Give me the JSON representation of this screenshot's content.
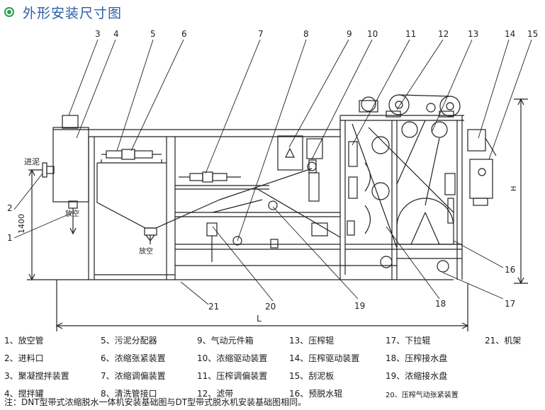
{
  "header": {
    "title": "外形安装尺寸图",
    "icon": "circle-target-icon"
  },
  "callouts": [
    "3",
    "4",
    "5",
    "6",
    "7",
    "8",
    "9",
    "10",
    "11",
    "12",
    "13",
    "14",
    "15",
    "16",
    "17",
    "18",
    "19",
    "20",
    "21",
    "1",
    "2"
  ],
  "side_labels": {
    "inlet": "进泥",
    "drain_upper": "放空",
    "drain_lower": "放空"
  },
  "dimensions": {
    "height_1400": "1400",
    "length": "L",
    "height": "H"
  },
  "legend": [
    {
      "col": 0,
      "row": 0,
      "text": "1、放空管"
    },
    {
      "col": 0,
      "row": 1,
      "text": "2、进料口"
    },
    {
      "col": 0,
      "row": 2,
      "text": "3、聚凝搅拌装置"
    },
    {
      "col": 0,
      "row": 3,
      "text": "4、搅拌罐"
    },
    {
      "col": 1,
      "row": 0,
      "text": "5、污泥分配器"
    },
    {
      "col": 1,
      "row": 1,
      "text": "6、浓缩张紧装置"
    },
    {
      "col": 1,
      "row": 2,
      "text": "7、浓缩调偏装置"
    },
    {
      "col": 1,
      "row": 3,
      "text": "8、清洗管接口"
    },
    {
      "col": 2,
      "row": 0,
      "text": "9、气动元件箱"
    },
    {
      "col": 2,
      "row": 1,
      "text": "10、浓缩驱动装置"
    },
    {
      "col": 2,
      "row": 2,
      "text": "11、压榨调偏装置"
    },
    {
      "col": 2,
      "row": 3,
      "text": "12、滤带"
    },
    {
      "col": 3,
      "row": 0,
      "text": "13、压榨辊"
    },
    {
      "col": 3,
      "row": 1,
      "text": "14、压榨驱动装置"
    },
    {
      "col": 3,
      "row": 2,
      "text": "15、刮泥板"
    },
    {
      "col": 3,
      "row": 3,
      "text": "16、预脱水辊"
    },
    {
      "col": 4,
      "row": 0,
      "text": "17、下拉辊"
    },
    {
      "col": 4,
      "row": 1,
      "text": "18、压榨接水盘"
    },
    {
      "col": 4,
      "row": 2,
      "text": "19、浓缩接水盘"
    },
    {
      "col": 4,
      "row": 3,
      "text": "20、压榨气动张紧装置",
      "small": true
    },
    {
      "col": 5,
      "row": 0,
      "text": "21、机架"
    }
  ],
  "note": "注：DNT型带式浓缩脱水一体机安装基础图与DT型带式脱水机安装基础图相同。"
}
